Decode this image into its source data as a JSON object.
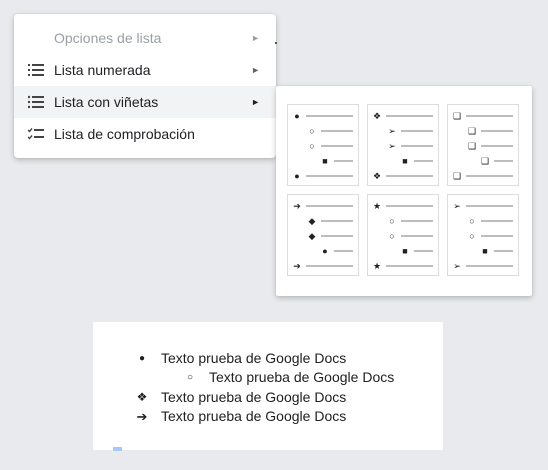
{
  "menu": {
    "items": [
      {
        "label": "Opciones de lista",
        "icon": "none",
        "disabled": true,
        "hover": false,
        "has_submenu": true
      },
      {
        "label": "Lista numerada",
        "icon": "numbered-list-icon",
        "disabled": false,
        "hover": false,
        "has_submenu": true
      },
      {
        "label": "Lista con viñetas",
        "icon": "bulleted-list-icon",
        "disabled": false,
        "hover": true,
        "has_submenu": true
      },
      {
        "label": "Lista de comprobación",
        "icon": "checklist-icon",
        "disabled": false,
        "hover": false,
        "has_submenu": false
      }
    ],
    "arrow": "►"
  },
  "bullet_presets": [
    [
      "●",
      "○",
      "■",
      "●"
    ],
    [
      "❖",
      "➢",
      "■",
      "❖"
    ],
    [
      "❑",
      "❑",
      "❑",
      "❑"
    ],
    [
      "➔",
      "◆",
      "●",
      "➔"
    ],
    [
      "★",
      "○",
      "■",
      "★"
    ],
    [
      "➢",
      "○",
      "■",
      "➢"
    ]
  ],
  "document": {
    "lines": [
      {
        "glyph": "●",
        "text": "Texto prueba de Google Docs",
        "level": 0
      },
      {
        "glyph": "○",
        "text": "Texto prueba de Google Docs",
        "level": 1
      },
      {
        "glyph": "❖",
        "text": "Texto prueba de Google Docs",
        "level": 0
      },
      {
        "glyph": "➔",
        "text": "Texto prueba de Google Docs",
        "level": 0
      }
    ]
  },
  "colors": {
    "hover_bg": "#f1f3f4",
    "disabled_text": "#9aa0a6",
    "text": "#202124"
  }
}
